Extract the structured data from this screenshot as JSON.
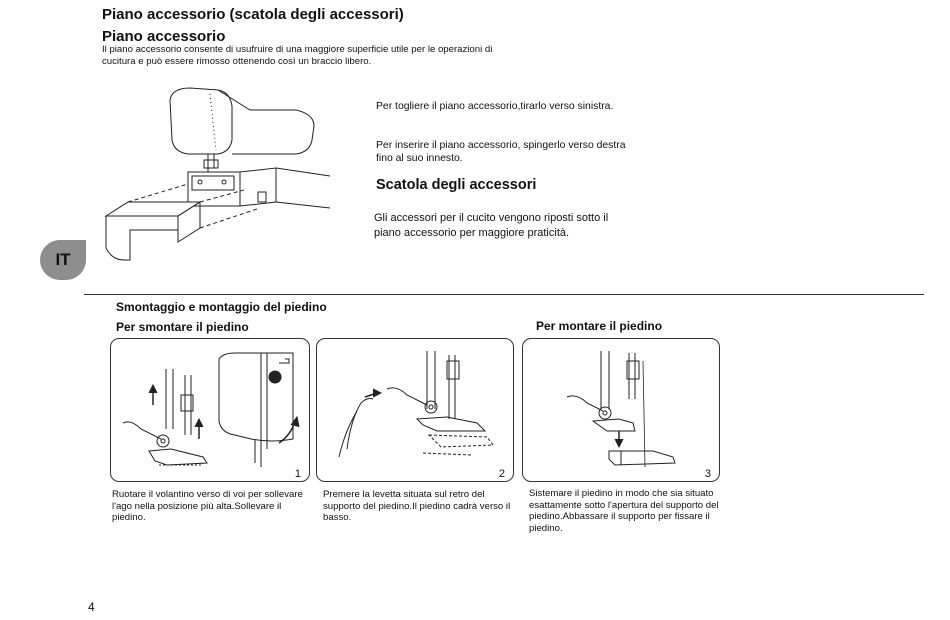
{
  "header": {
    "title": "Piano accessorio (scatola degli accessori)",
    "subtitle": "Piano accessorio",
    "intro": "Il piano accessorio consente di usufruire di una maggiore superficie utile per le operazioni di cucitura e può essere rimosso ottenendo così un braccio libero."
  },
  "instructions": {
    "remove": "Per togliere il piano accessorio,tirarlo verso sinistra.",
    "insert": "Per inserire il piano accessorio, spingerlo verso destra fino al suo innesto."
  },
  "storage_section": {
    "heading": "Scatola degli accessori",
    "text": "Gli accessori per il cucito vengono riposti sotto il piano accessorio per maggiore praticità."
  },
  "language_badge": "IT",
  "presser_foot": {
    "heading": "Smontaggio e montaggio del piedino",
    "remove_heading": "Per smontare il piedino",
    "attach_heading": "Per montare il piedino",
    "steps": [
      {
        "number": "1",
        "caption": "Ruotare il volantino verso di voi per sollevare l'ago nella posizione più alta.Sollevare il piedino."
      },
      {
        "number": "2",
        "caption": "Premere la levetta situata sul retro del supporto del piedino.Il piedino cadrà verso il basso."
      },
      {
        "number": "3",
        "caption": "Sistemare il piedino in modo che sia situato esattamente sotto l'apertura del supporto del piedino.Abbassare il supporto per fissare il piedino."
      }
    ]
  },
  "page_number": "4"
}
